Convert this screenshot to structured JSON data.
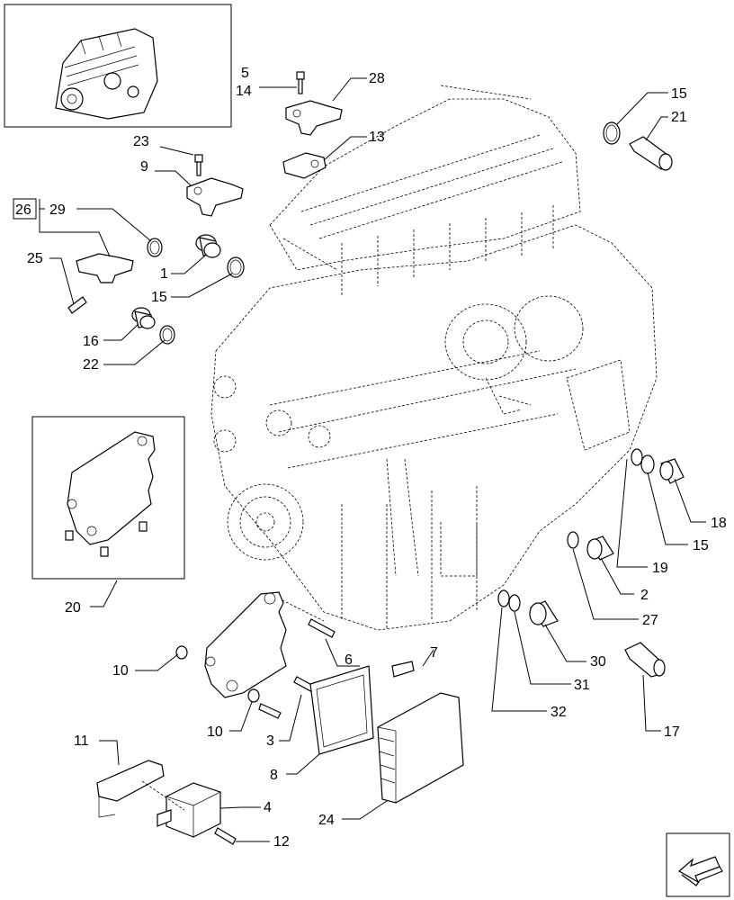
{
  "group_label": "26",
  "callouts": {
    "c5": "5",
    "c14": "14",
    "c28": "28",
    "c13": "13",
    "c15a": "15",
    "c21": "21",
    "c23": "23",
    "c9": "9",
    "c29": "29",
    "c25": "25",
    "c1": "1",
    "c15b": "15",
    "c16": "16",
    "c22": "22",
    "c20": "20",
    "c18": "18",
    "c15c": "15",
    "c19": "19",
    "c2": "2",
    "c27": "27",
    "c7": "7",
    "c6": "6",
    "c10a": "10",
    "c10b": "10",
    "c3": "3",
    "c30": "30",
    "c31": "31",
    "c32": "32",
    "c17": "17",
    "c11": "11",
    "c4": "4",
    "c8": "8",
    "c24": "24",
    "c12": "12"
  },
  "icons": {
    "thumbnail": "engine-thumbnail-icon",
    "nav": "next-page-arrow-icon"
  }
}
